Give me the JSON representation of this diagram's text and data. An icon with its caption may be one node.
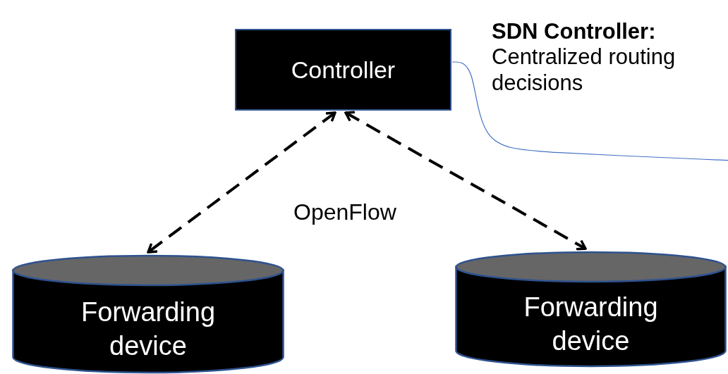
{
  "diagram": {
    "nodes": [
      {
        "text": [
          "Controller"
        ]
      },
      {
        "text": [
          "Forwarding device"
        ]
      },
      {
        "text": [
          "Forwarding device"
        ]
      }
    ],
    "edges": [
      {
        "from": 0,
        "to": 1,
        "arrow": "both",
        "style": "dashed"
      },
      {
        "from": 0,
        "to": 2,
        "arrow": "both",
        "style": "dashed"
      },
      {
        "from": 0,
        "to": null,
        "arrow": "none",
        "color": "#4472c4"
      }
    ],
    "labels": [
      "SDN Controller:",
      "Centralized routing decisions",
      "OpenFlow"
    ]
  }
}
